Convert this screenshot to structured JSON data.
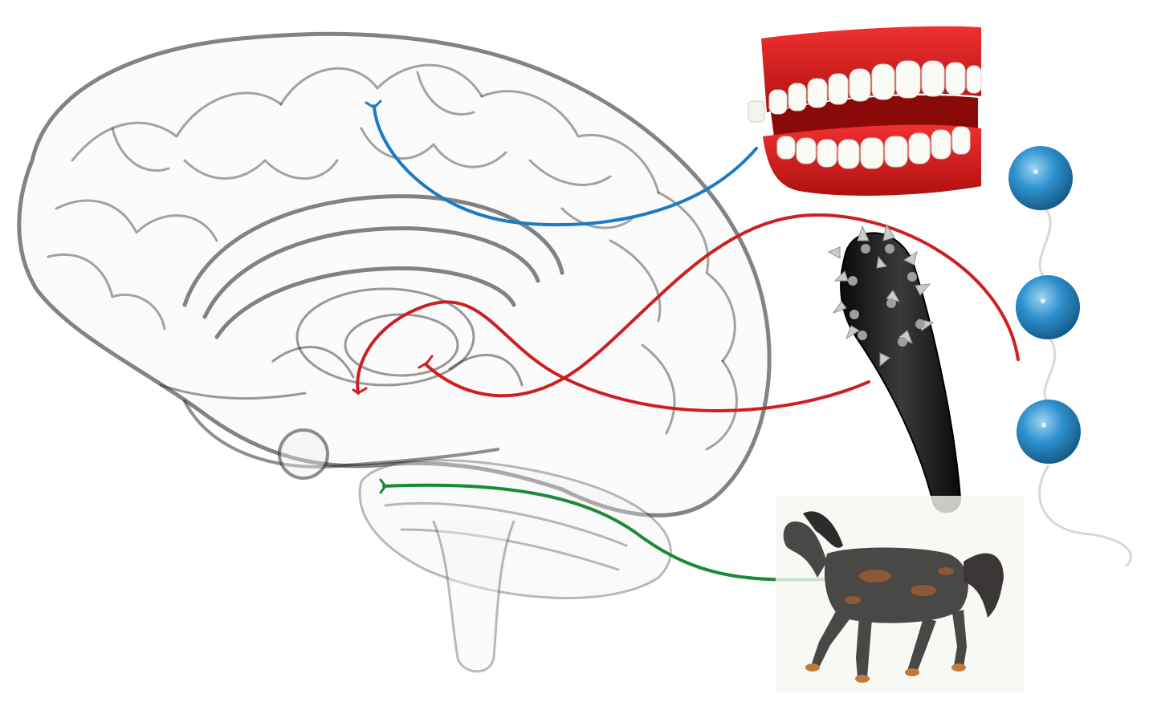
{
  "colors": {
    "background": "#ffffff",
    "brain_stroke": "#1f1f1f",
    "connector_blue": "#1a7ac4",
    "connector_red": "#cc2020",
    "connector_green": "#1a8a3a",
    "teeth_gum": "#e02020",
    "teeth_white": "#fbfbf6",
    "club_black": "#1b1b1b",
    "club_spike": "#c9cdc8",
    "ball_blue": "#2e92cf",
    "horse_dark": "#4a4747",
    "horse_rust": "#9b5a33"
  },
  "objects": [
    {
      "name": "chattering-teeth-toy",
      "icon": "chattering-teeth-icon",
      "connector": "blue"
    },
    {
      "name": "spiked-club",
      "icon": "spiked-club-icon",
      "connector": "red"
    },
    {
      "name": "blue-beads",
      "icon": "blue-beads-icon",
      "connector": "red"
    },
    {
      "name": "toy-horse",
      "icon": "horse-icon",
      "connector": "green"
    }
  ],
  "brain": {
    "icon": "transparent-brain-icon"
  }
}
